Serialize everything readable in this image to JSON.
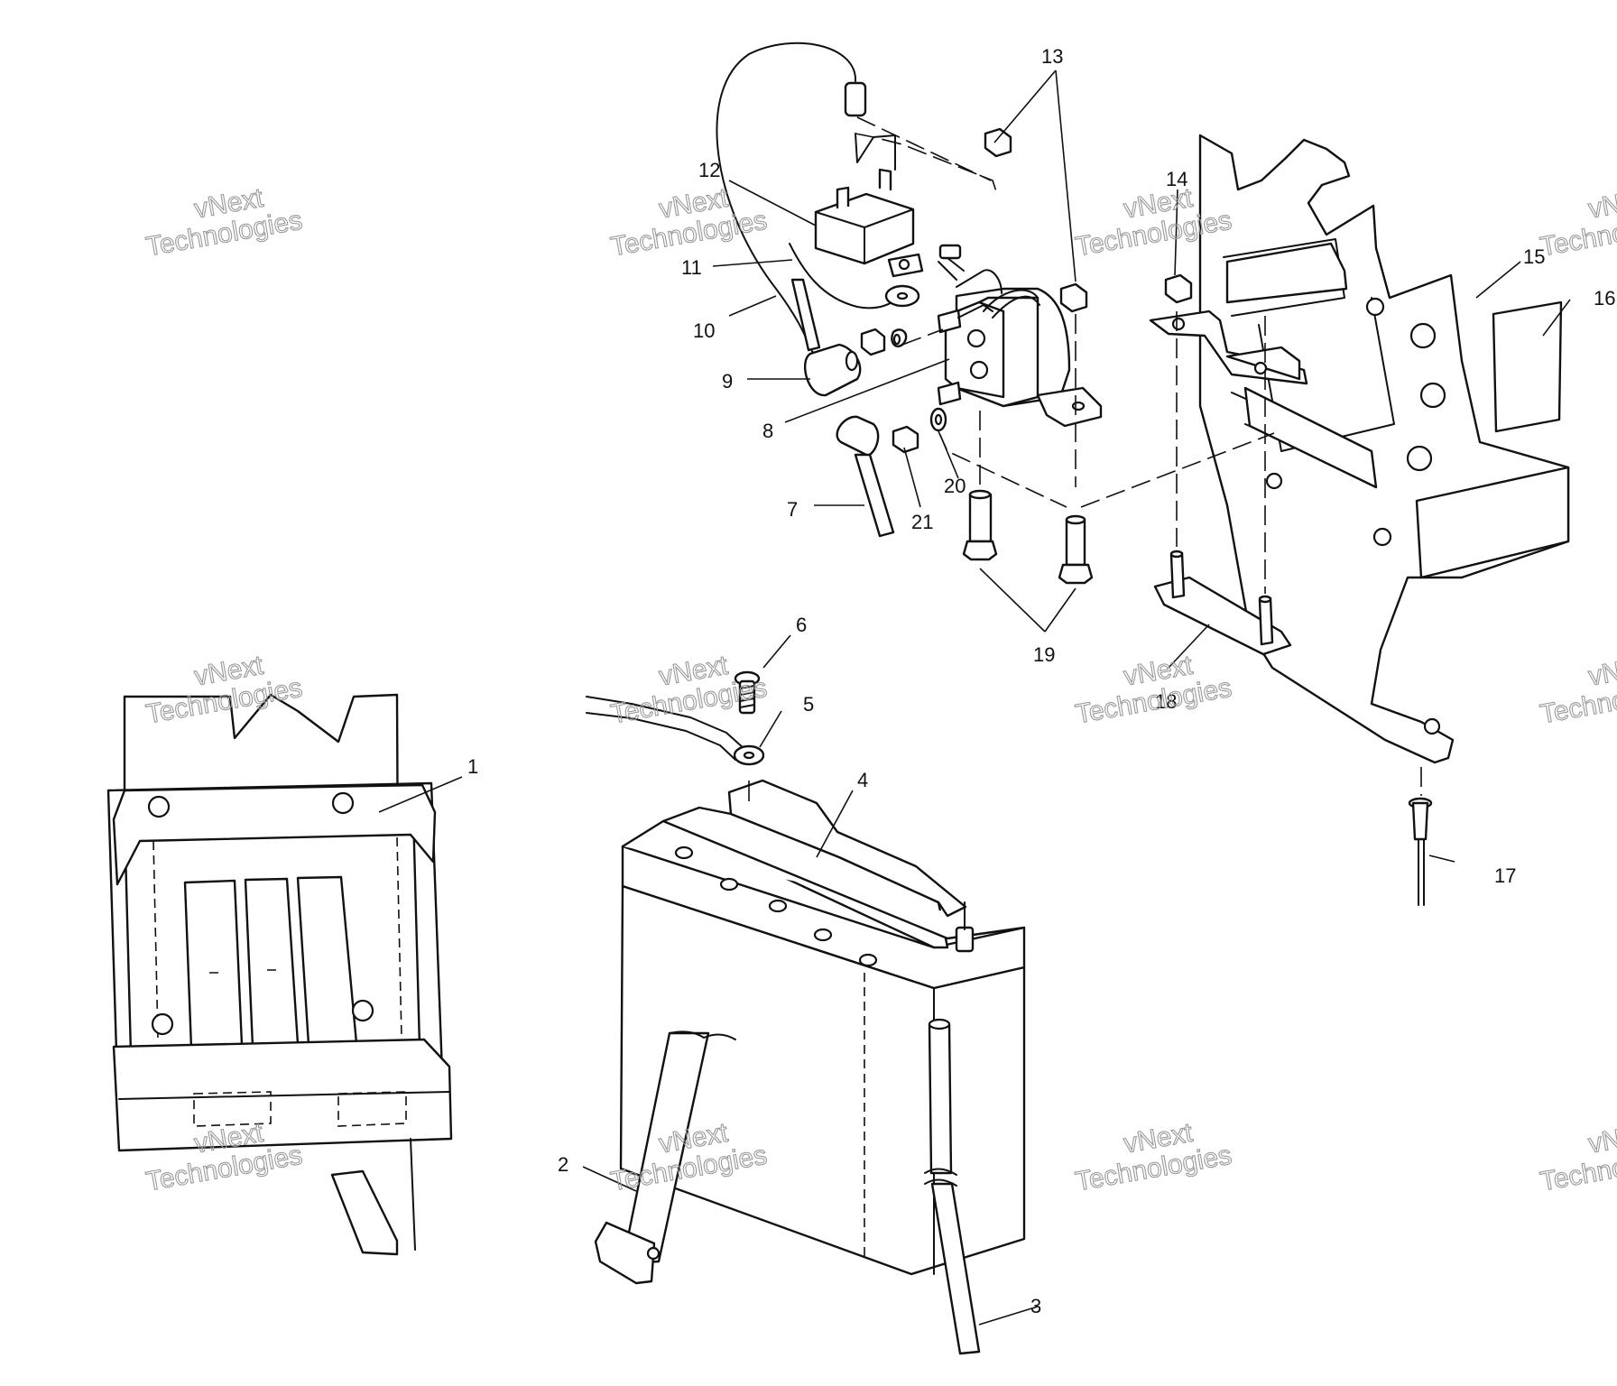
{
  "callouts": {
    "c1": "1",
    "c2": "2",
    "c3": "3",
    "c4": "4",
    "c5": "5",
    "c6": "6",
    "c7": "7",
    "c8": "8",
    "c9": "9",
    "c10": "10",
    "c11": "11",
    "c12": "12",
    "c13": "13",
    "c14": "14",
    "c15": "15",
    "c16": "16",
    "c17": "17",
    "c18": "18",
    "c19": "19",
    "c20": "20",
    "c21": "21"
  },
  "watermark": {
    "line1": "vNext",
    "line2": "Technologies"
  }
}
